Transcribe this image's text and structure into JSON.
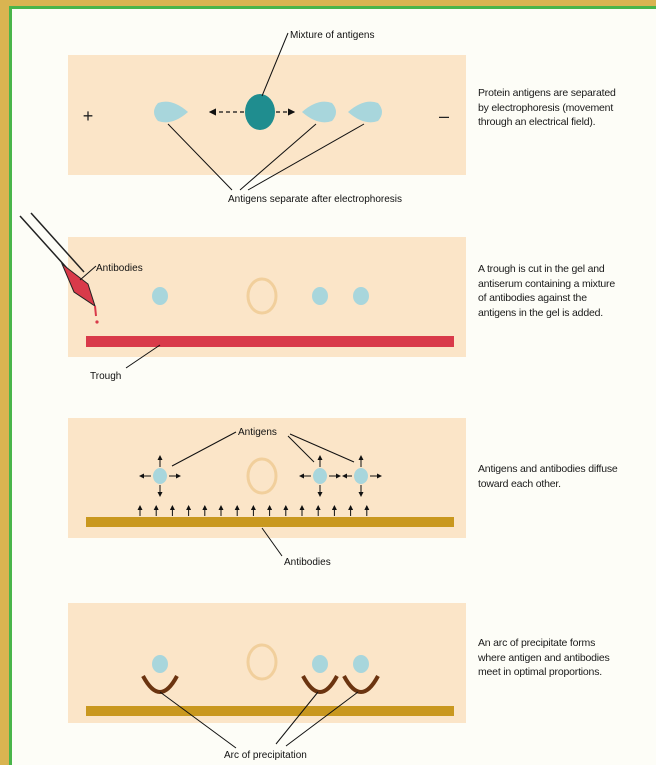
{
  "labels": {
    "mixture": "Mixture of antigens",
    "plus": "+",
    "minus": "–",
    "antigens_separate": "Antigens separate after electrophoresis",
    "antibodies_pipette": "Antibodies",
    "trough": "Trough",
    "antigens": "Antigens",
    "antibodies_diffuse": "Antibodies",
    "arc": "Arc of precipitation"
  },
  "descriptions": {
    "step1": "Protein antigens are separated\nby electrophoresis (movement\nthrough an electrical field).",
    "step2": "A trough is cut in the gel and\nantiserum containing a mixture\nof antibodies against the\nantigens in the gel is added.",
    "step3": "Antigens and antibodies diffuse\ntoward each other.",
    "step4": "An arc of precipitate forms\nwhere antigen and antibodies\nmeet in optimal proportions."
  },
  "colors": {
    "gel": "#fbe5c8",
    "antigen": "#a8d6dc",
    "mixture": "#1f8d8f",
    "trough": "#d93a4a",
    "antibody_band": "#c9981f",
    "arc": "#6b3410",
    "frame_outer": "#d9b451",
    "frame_inner": "#49b54a"
  }
}
